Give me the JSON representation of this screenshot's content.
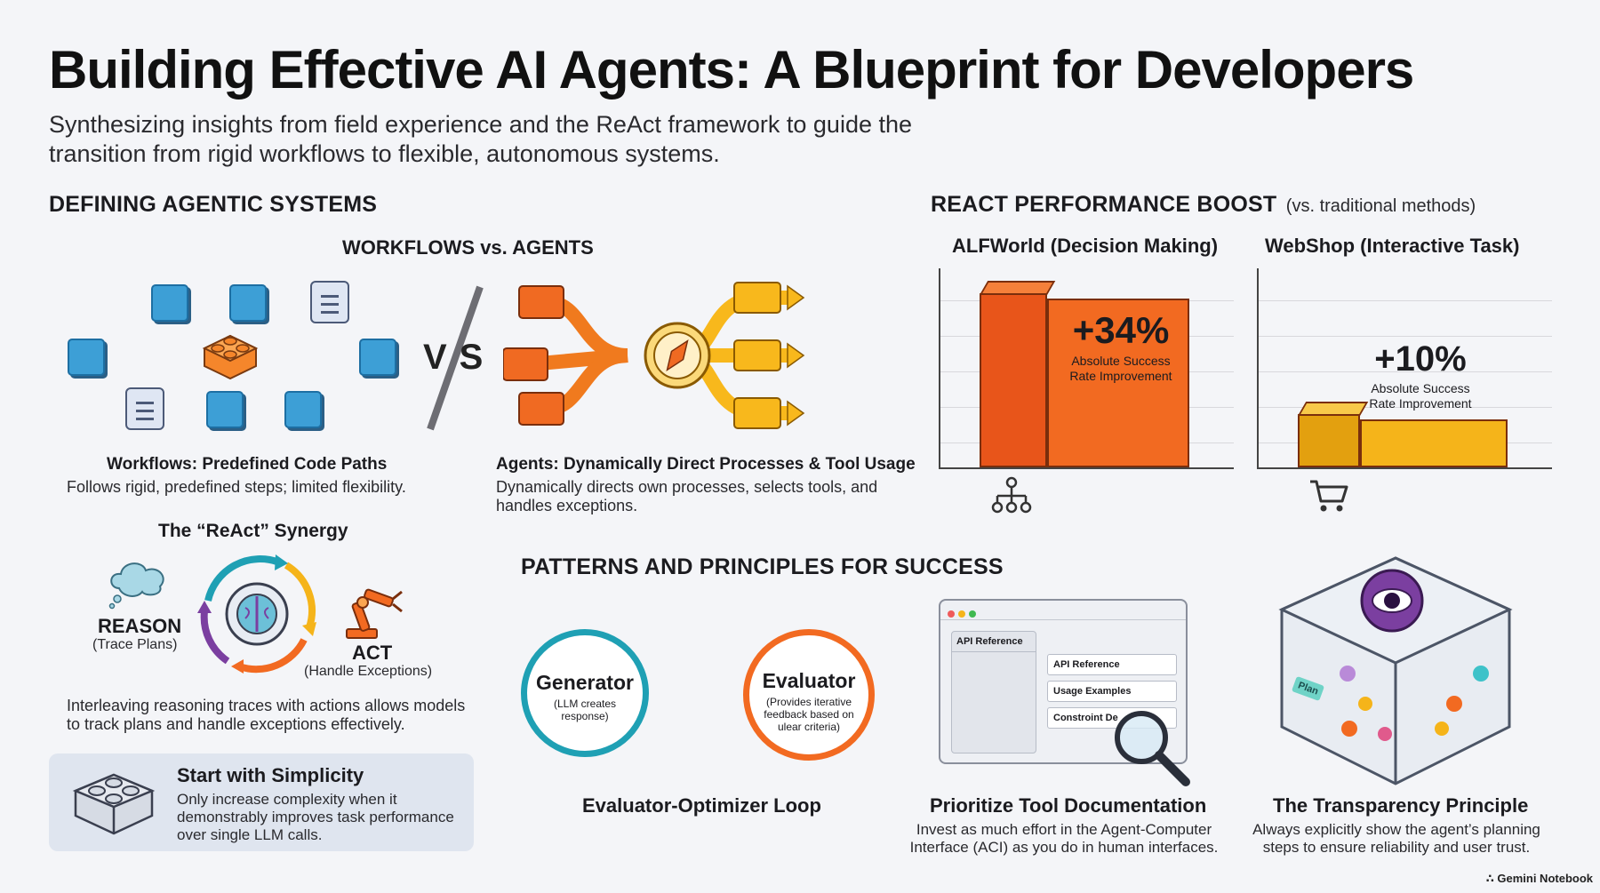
{
  "title": "Building Effective AI Agents: A Blueprint for Developers",
  "subtitle": "Synthesizing insights from field experience and the ReAct framework to guide the transition from rigid workflows to flexible, autonomous systems.",
  "defining": {
    "heading": "DEFINING AGENTIC SYSTEMS",
    "compare_title": "WORKFLOWS vs. AGENTS",
    "vs": "VS",
    "workflows_title": "Workflows: Predefined Code Paths",
    "workflows_desc": "Follows rigid, predefined steps; limited flexibility.",
    "agents_title": "Agents: Dynamically Direct Processes & Tool Usage",
    "agents_desc": "Dynamically directs own processes, selects tools, and handles exceptions."
  },
  "react": {
    "title": "The “ReAct” Synergy",
    "reason": "REASON",
    "reason_sub": "(Trace Plans)",
    "act": "ACT",
    "act_sub": "(Handle Exceptions)",
    "desc": "Interleaving reasoning traces with actions allows models to track plans and handle exceptions effectively."
  },
  "simplicity": {
    "title": "Start with Simplicity",
    "desc": "Only increase complexity when it demonstrably improves task performance over single LLM calls."
  },
  "boost": {
    "heading": "REACT PERFORMANCE BOOST",
    "heading_sub": "(vs. traditional methods)"
  },
  "chart_data": [
    {
      "type": "bar",
      "title": "ALFWorld (Decision Making)",
      "annotation_value": "+34%",
      "annotation_label": "Absolute Success Rate Improvement",
      "improvement_percent": 34,
      "icon": "hierarchy-icon"
    },
    {
      "type": "bar",
      "title": "WebShop (Interactive Task)",
      "annotation_value": "+10%",
      "annotation_label": "Absolute Success Rate Improvement",
      "improvement_percent": 10,
      "icon": "shopping-cart-icon"
    }
  ],
  "patterns": {
    "heading": "PATTERNS AND PRINCIPLES FOR SUCCESS",
    "generator_title": "Generator",
    "generator_sub": "(LLM creates response)",
    "evaluator_title": "Evaluator",
    "evaluator_sub": "(Provides iterative feedback based on ulear criteria)",
    "loop_title": "Evaluator-Optimizer Loop",
    "docs_panel_tab": "API Reference",
    "docs_items": [
      "API Reference",
      "Usage Examples",
      "Constroint De"
    ],
    "docs_title": "Prioritize Tool Documentation",
    "docs_desc": "Invest as much effort in the Agent-Computer Interface (ACI) as you do in human interfaces.",
    "transparency_label": "Plan",
    "transparency_title": "The Transparency Principle",
    "transparency_desc": "Always explicitly show the agent’s planning steps to ensure reliability and user trust."
  },
  "footer": "Gemini Notebook",
  "colors": {
    "orange": "#f26a21",
    "yellow": "#f5b41a",
    "blue": "#3d9fd6",
    "purple": "#7b3fa0",
    "teal": "#1fa0b4"
  }
}
